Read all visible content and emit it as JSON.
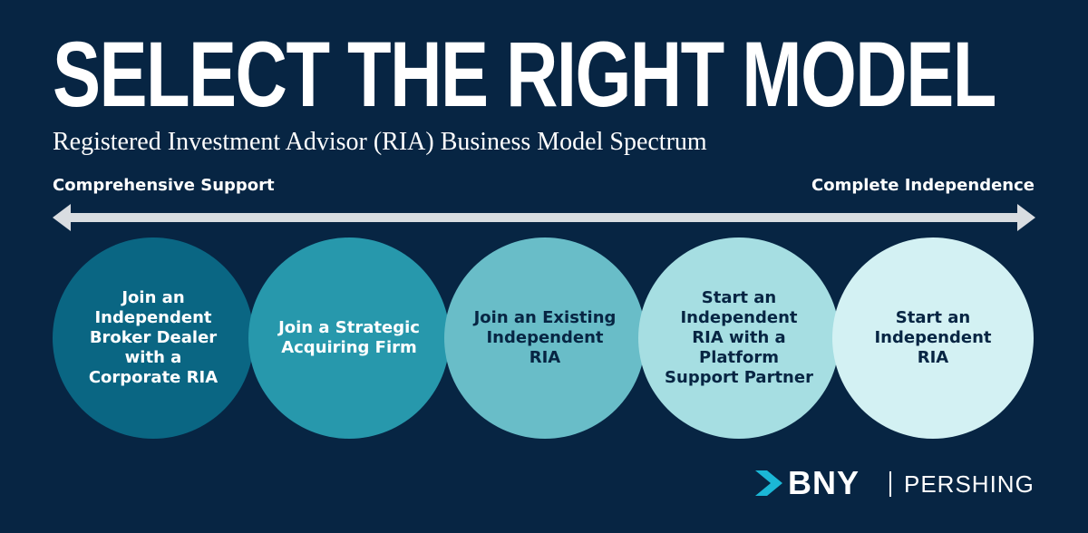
{
  "header": {
    "title": "SELECT THE RIGHT MODEL",
    "subtitle": "Registered Investment Advisor (RIA) Business Model Spectrum"
  },
  "spectrum": {
    "left_label": "Comprehensive Support",
    "right_label": "Complete Independence",
    "arrow_icon": "double-headed-arrow-icon"
  },
  "models": [
    {
      "label": "Join an Independent Broker Dealer with a Corporate RIA",
      "color": "#0a6683"
    },
    {
      "label": "Join a Strategic Acquiring Firm",
      "color": "#2798ac"
    },
    {
      "label": "Join an Existing Independent RIA",
      "color": "#69bdc8"
    },
    {
      "label": "Start an Independent RIA with a Platform Support Partner",
      "color": "#a6dee2"
    },
    {
      "label": "Start an Independent RIA",
      "color": "#d3f1f3"
    }
  ],
  "logo": {
    "brand": "BNY",
    "divider": "|",
    "division": "PERSHING",
    "accent": "#1bb7d6"
  },
  "colors": {
    "background": "#072543",
    "arrow": "#d9dde1",
    "text": "#ffffff"
  }
}
